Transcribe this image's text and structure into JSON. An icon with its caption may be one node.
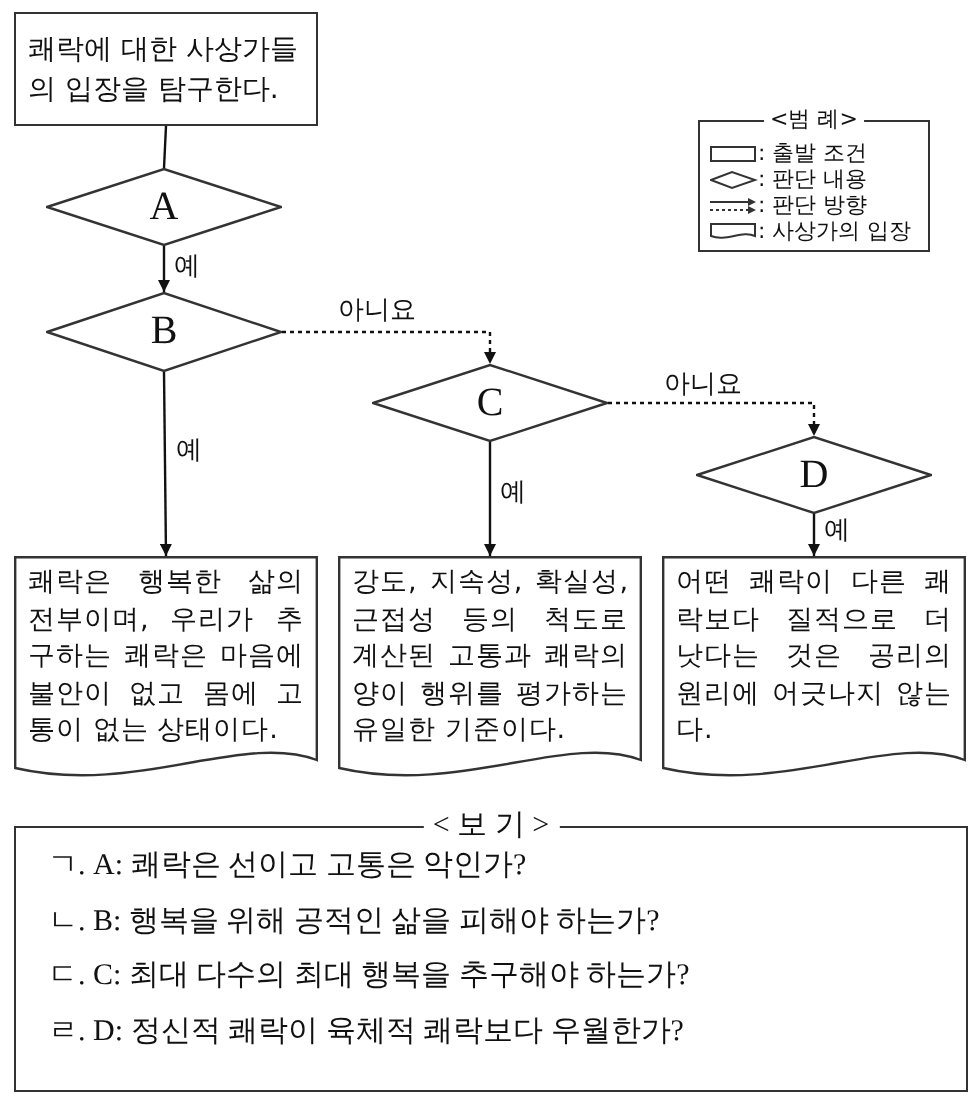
{
  "diagram": {
    "nodes": [
      {
        "text": [
          "쾌락에 대한 사상가들의 입장을 탐구한다."
        ]
      },
      {
        "text": [
          "A"
        ]
      },
      {
        "text": [
          "B"
        ]
      },
      {
        "text": [
          "C"
        ]
      },
      {
        "text": [
          "D"
        ]
      },
      {
        "text": [
          "쾌락은 행복한 삶의 전부이며, 우리가 추구하는 쾌락은 마음에 불안이 없고 몸에 고통이 없는 상태이다."
        ]
      },
      {
        "text": [
          "강도, 지속성, 확실성, 근접성 등의 척도로 계산된 고통과 쾌락의 양이 행위를 평가하는 유일한 기준이다."
        ]
      },
      {
        "text": [
          "어떤 쾌락이 다른 쾌락보다 질적으로 더 낫다는 것은 공리의 원리에 어긋나지 않는다."
        ]
      },
      {
        "text": [
          "< 보 기 >",
          "ㄱ. A: 쾌락은 선이고 고통은 악인가?",
          "ㄴ. B: 행복을 위해 공적인 삶을 피해야 하는가?",
          "ㄷ. C: 최대 다수의 최대 행복을 추구해야 하는가?",
          "ㄹ. D: 정신적 쾌락이 육체적 쾌락보다 우월한가?"
        ]
      }
    ],
    "edges": [
      {
        "from": 0,
        "to": 1,
        "arrow": "none"
      },
      {
        "from": 1,
        "to": 2,
        "arrow": "to",
        "label": "예"
      },
      {
        "from": 2,
        "to": 5,
        "arrow": "to",
        "label": "예"
      },
      {
        "from": 2,
        "to": 3,
        "arrow": "to",
        "label": "아니요",
        "style": "dashed"
      },
      {
        "from": 3,
        "to": 6,
        "arrow": "to",
        "label": "예"
      },
      {
        "from": 3,
        "to": 4,
        "arrow": "to",
        "label": "아니요",
        "style": "dashed"
      },
      {
        "from": 4,
        "to": 7,
        "arrow": "to",
        "label": "예"
      }
    ],
    "labels": [
      "<범 례>"
    ],
    "legend": [
      {
        "text": ": 출발 조건"
      },
      {
        "text": ": 판단 내용"
      },
      {
        "text": ": 판단 방향"
      },
      {
        "text": ": 사상가의 입장"
      }
    ]
  }
}
